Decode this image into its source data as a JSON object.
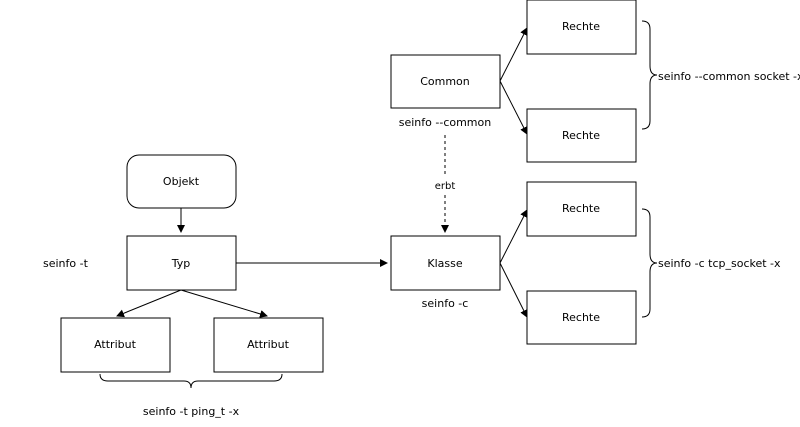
{
  "diagram": {
    "nodes": {
      "objekt": "Objekt",
      "typ": "Typ",
      "attribut_left": "Attribut",
      "attribut_right": "Attribut",
      "common": "Common",
      "klasse": "Klasse",
      "rechte_common_top": "Rechte",
      "rechte_common_bottom": "Rechte",
      "rechte_klasse_top": "Rechte",
      "rechte_klasse_bottom": "Rechte"
    },
    "labels": {
      "seinfo_t": "seinfo -t",
      "seinfo_common": "seinfo --common",
      "seinfo_c": "seinfo -c",
      "seinfo_t_ping": "seinfo -t ping_t -x",
      "seinfo_common_socket": "seinfo --common socket -x",
      "seinfo_c_tcp": "seinfo -c tcp_socket -x",
      "erbt": "erbt"
    }
  }
}
